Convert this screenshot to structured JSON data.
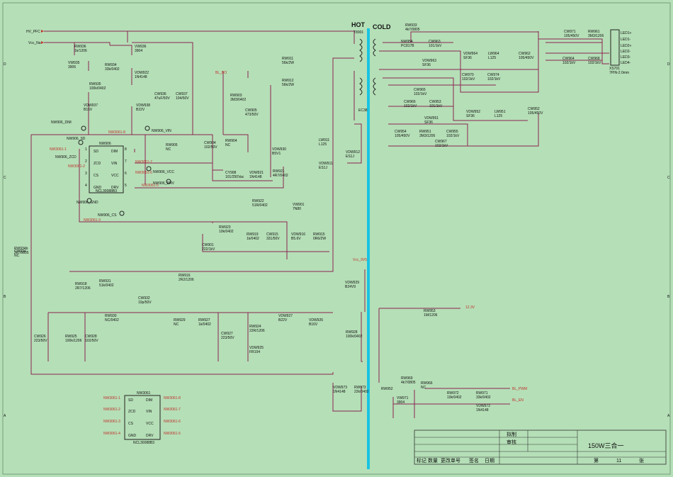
{
  "zones": {
    "hot": "HOT",
    "cold": "COLD"
  },
  "colors": {
    "background": "#b5dfb7",
    "wire": "#8a2550",
    "isolation_bar": "#19c4e3",
    "net_label": "#c0332e"
  },
  "edge_marks": [
    "D",
    "C",
    "B",
    "A"
  ],
  "inputs": {
    "hv_pfc": "HV_PFC",
    "vcc_na": "Vcc_Na",
    "bl_bo": "BL_BO",
    "vcc_9v": "Vcc_9V5",
    "v12": "12.3V",
    "bl_pwm": "BL_PWM",
    "bl_en": "BL_EN"
  },
  "transformer": {
    "ref": "T8901",
    "diag": "EC38"
  },
  "connector": {
    "ref": "XS701",
    "desc": "7PIN-2.0mm",
    "pins": [
      "LED1+",
      "LED1-",
      "LED2+",
      "LED2-",
      "LED3-",
      "LED4-"
    ]
  },
  "ic_main": {
    "ref": "NW906",
    "part": "NCL30088B3",
    "pins_left": [
      "SD",
      "ZCD",
      "CS",
      "GND"
    ],
    "pins_right": [
      "DIM",
      "VIN",
      "VCC",
      "DRV"
    ],
    "nums_left": [
      "1",
      "2",
      "3",
      "4"
    ],
    "nums_right": [
      "8",
      "7",
      "6",
      "5"
    ]
  },
  "ic_second": {
    "ref": "NW3061",
    "part": "NCL30088B3",
    "pins_left": [
      "SD",
      "ZCD",
      "CS",
      "GND"
    ],
    "pins_right": [
      "DIM",
      "VIN",
      "VCC",
      "DRV"
    ],
    "nets_left": [
      "NW3061-1",
      "NW3061-2",
      "NW3061-3",
      "NW3061-4"
    ],
    "nets_right": [
      "NW3061-8",
      "NW3061-7",
      "NW3061-6",
      "NW3061-5"
    ]
  },
  "testpoints": {
    "dim": "NW906_DIM",
    "sd": "NW906_SD",
    "zcd": "NW906_ZCD",
    "vin": "NW906_VIN",
    "vcc": "NW906_VCC",
    "drv": "NW906_DRV",
    "gnd": "NW906_GND",
    "cs": "NW906_CS"
  },
  "net_labels": {
    "n8": "NW3061-8",
    "n1": "NW3061-1",
    "n2": "NW3061-2",
    "n7": "NW3061-7",
    "n6": "NW3061-6",
    "n5": "NW3061-5",
    "n3": "NW3061-3"
  },
  "components": [
    {
      "ref": "RW936",
      "val": "1k/1206"
    },
    {
      "ref": "VW936",
      "val": "3904"
    },
    {
      "ref": "VW935",
      "val": "3906"
    },
    {
      "ref": "RW934",
      "val": "33k/0402"
    },
    {
      "ref": "RW935",
      "val": "100k/0402"
    },
    {
      "ref": "VDW937",
      "val": "B16V"
    },
    {
      "ref": "VDW922",
      "val": "1N4148"
    },
    {
      "ref": "VDW938",
      "val": "B22V"
    },
    {
      "ref": "CW936",
      "val": "47uF/50V"
    },
    {
      "ref": "CW937",
      "val": "104/50V"
    },
    {
      "ref": "RW911",
      "val": "56k/2W"
    },
    {
      "ref": "RW912",
      "val": "56k/2W"
    },
    {
      "ref": "RW903",
      "val": "3M3/0402"
    },
    {
      "ref": "CW905",
      "val": "473/50V"
    },
    {
      "ref": "CW904",
      "val": "102/50V"
    },
    {
      "ref": "RW904",
      "val": "NC"
    },
    {
      "ref": "RW905",
      "val": "NC"
    },
    {
      "ref": "VDW930",
      "val": "B5V1"
    },
    {
      "ref": "LW911",
      "val": "L125"
    },
    {
      "ref": "VDW911",
      "val": "ES1J"
    },
    {
      "ref": "VDW912",
      "val": "ES1J"
    },
    {
      "ref": "CY908",
      "val": "101/250Vac"
    },
    {
      "ref": "VDW921",
      "val": "1N4148"
    },
    {
      "ref": "RW921",
      "val": "4R7/0402"
    },
    {
      "ref": "RW922",
      "val": "51R/0402"
    },
    {
      "ref": "VW901",
      "val": "7N80"
    },
    {
      "ref": "RW923",
      "val": "10k/0402"
    },
    {
      "ref": "CW901",
      "val": "222/1kV"
    },
    {
      "ref": "RW919",
      "val": "1k/0402"
    },
    {
      "ref": "CW915",
      "val": "331/50V"
    },
    {
      "ref": "VDW916",
      "val": "B5.6V"
    },
    {
      "ref": "RW915",
      "val": "0R6/2W"
    },
    {
      "ref": "RW916",
      "val": "2R2/1206"
    },
    {
      "ref": "RW918",
      "val": "2R7/1206"
    },
    {
      "ref": "RW931",
      "val": "51k/0402"
    },
    {
      "ref": "CW932",
      "val": "10p/50V"
    },
    {
      "ref": "RW930",
      "val": "NC/0402"
    },
    {
      "ref": "RW929",
      "val": "NC"
    },
    {
      "ref": "RW927",
      "val": "1k/0402"
    },
    {
      "ref": "VDW927",
      "val": "B22V"
    },
    {
      "ref": "VDW926",
      "val": "B16V"
    },
    {
      "ref": "RW924",
      "val": "22R/1206"
    },
    {
      "ref": "VDW925",
      "val": "FR104"
    },
    {
      "ref": "CW927",
      "val": "223/50V"
    },
    {
      "ref": "CW926",
      "val": "223/50V"
    },
    {
      "ref": "RW925",
      "val": "100k/1206"
    },
    {
      "ref": "CW928",
      "val": "102/50V"
    },
    {
      "ref": "VDW929",
      "val": "B24V9"
    },
    {
      "ref": "RW928",
      "val": "100k/0402"
    },
    {
      "ref": "RW933",
      "val": "4k7/0805"
    },
    {
      "ref": "NW954",
      "val": "PC817B"
    },
    {
      "ref": "CW963",
      "val": "101/1kV"
    },
    {
      "ref": "VDW963",
      "val": "SF36"
    },
    {
      "ref": "VDW964",
      "val": "SF36"
    },
    {
      "ref": "LW964",
      "val": "L125"
    },
    {
      "ref": "CW962",
      "val": "105/450V"
    },
    {
      "ref": "CW971",
      "val": "105/450V"
    },
    {
      "ref": "RW961",
      "val": "3M3/1206"
    },
    {
      "ref": "CW964",
      "val": "102/1kV"
    },
    {
      "ref": "CW968",
      "val": "102/1kV"
    },
    {
      "ref": "CW970",
      "val": "102/1kV"
    },
    {
      "ref": "CW974",
      "val": "102/1kV"
    },
    {
      "ref": "CW965",
      "val": "102/1kV"
    },
    {
      "ref": "CW966",
      "val": "102/1kV"
    },
    {
      "ref": "CW953",
      "val": "101/1kV"
    },
    {
      "ref": "VDW951",
      "val": "SF36"
    },
    {
      "ref": "VDW952",
      "val": "SF36"
    },
    {
      "ref": "LW951",
      "val": "L125"
    },
    {
      "ref": "CW952",
      "val": "105/450V"
    },
    {
      "ref": "CW954",
      "val": "105/450V"
    },
    {
      "ref": "RW951",
      "val": "3M3/1206"
    },
    {
      "ref": "CW955",
      "val": "102/1kV"
    },
    {
      "ref": "CW967",
      "val": "102/1kV"
    },
    {
      "ref": "RW953",
      "val": "1M/1206"
    },
    {
      "ref": "RW952",
      "val": ""
    },
    {
      "ref": "RW969",
      "val": "4k7/0805"
    },
    {
      "ref": "RW966",
      "val": "NC"
    },
    {
      "ref": "VW971",
      "val": "3904"
    },
    {
      "ref": "RW972",
      "val": "10k/0402"
    },
    {
      "ref": "RW971",
      "val": "33k/0402"
    },
    {
      "ref": "VDW972",
      "val": "1N4148"
    },
    {
      "ref": "VDW973",
      "val": "1N4148"
    },
    {
      "ref": "RW973",
      "val": "22k/0402"
    },
    {
      "ref": "RW934b",
      "val": "2k7/0805"
    },
    {
      "ref": "CW934",
      "val": "NC"
    }
  ],
  "title_block": {
    "draw_label": "拟制",
    "review_label": "审核",
    "title": "150W三合一",
    "hdr_mark": "标记",
    "hdr_qty": "数量",
    "hdr_chg": "更改单号",
    "hdr_sign": "签名",
    "hdr_date": "日期",
    "sheet_prefix": "第",
    "sheet_no": "11",
    "sheet_suffix": "张"
  }
}
